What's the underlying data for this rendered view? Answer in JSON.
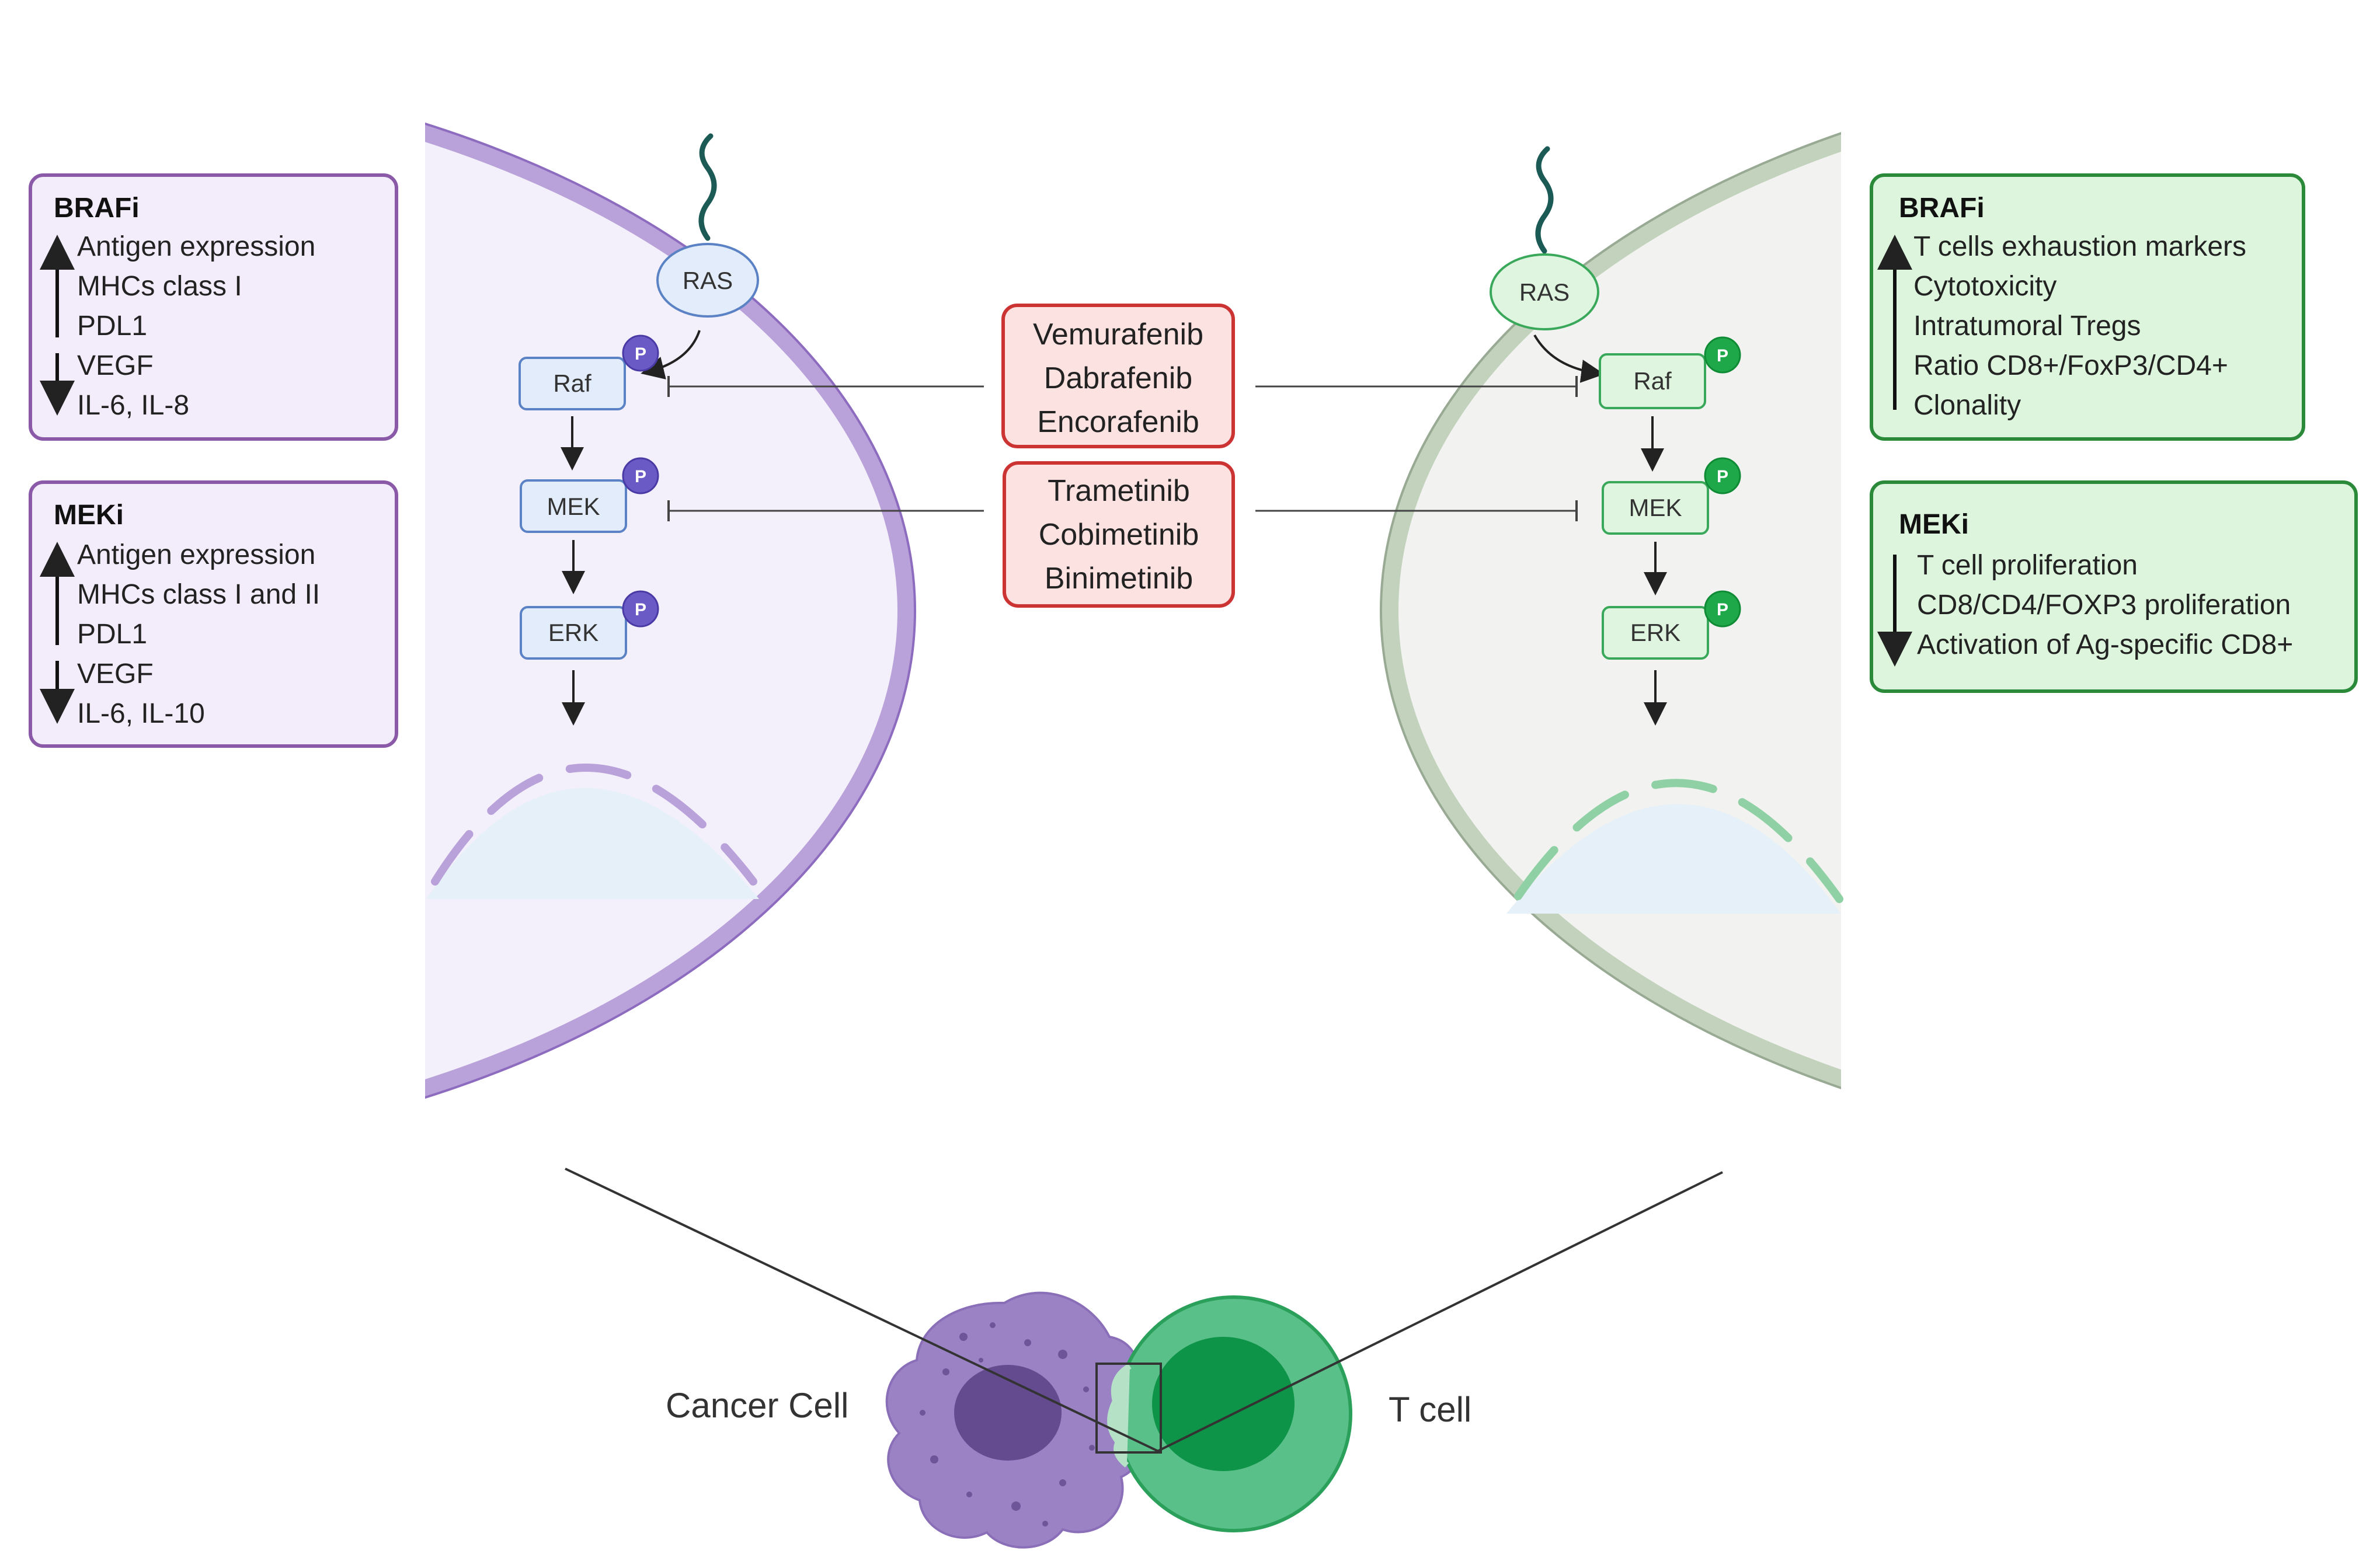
{
  "colors": {
    "cancer_membrane": "#b9a1d9",
    "cancer_cytoplasm": "#f3effb",
    "cancer_box_border": "#8a5aa8",
    "cancer_box_fill": "#f3ecfa",
    "cancer_node_fill": "#e3ecfa",
    "cancer_node_border": "#5a82c4",
    "cancer_phospho": "#6a5ac6",
    "tcell_membrane": "#c3d2bd",
    "tcell_cytoplasm": "#f2f3f0",
    "tcell_box_border": "#2a8a3a",
    "tcell_box_fill": "#dcf5dc",
    "tcell_node_fill": "#dff5e0",
    "tcell_node_border": "#3aa85a",
    "tcell_phospho": "#1fa84a",
    "drug_box_border": "#cc3333",
    "drug_box_fill": "#fde2e2",
    "nucleus_fill": "#e6f0f8"
  },
  "left_panel": {
    "brafi": {
      "title": "BRAFi",
      "up": [
        "Antigen expression",
        "MHCs class I",
        "PDL1"
      ],
      "down": [
        "VEGF",
        "IL-6, IL-8"
      ]
    },
    "meki": {
      "title": "MEKi",
      "up": [
        "Antigen expression",
        "MHCs class I and II",
        "PDL1"
      ],
      "down": [
        "VEGF",
        "IL-6, IL-10"
      ]
    }
  },
  "right_panel": {
    "brafi": {
      "title": "BRAFi",
      "up": [
        "T cells exhaustion markers",
        "Cytotoxicity",
        "Intratumoral Tregs",
        "Ratio CD8+/FoxP3/CD4+",
        "Clonality"
      ]
    },
    "meki": {
      "title": "MEKi",
      "down": [
        "T cell proliferation",
        "CD8/CD4/FOXP3 proliferation",
        "Activation of Ag-specific CD8+"
      ]
    }
  },
  "drugs": {
    "brafi": [
      "Vemurafenib",
      "Dabrafenib",
      "Encorafenib"
    ],
    "meki": [
      "Trametinib",
      "Cobimetinib",
      "Binimetinib"
    ]
  },
  "pathway": {
    "ras": "RAS",
    "raf": "Raf",
    "mek": "MEK",
    "erk": "ERK",
    "phospho": "P"
  },
  "cells": {
    "cancer": "Cancer Cell",
    "tcell": "T cell"
  }
}
